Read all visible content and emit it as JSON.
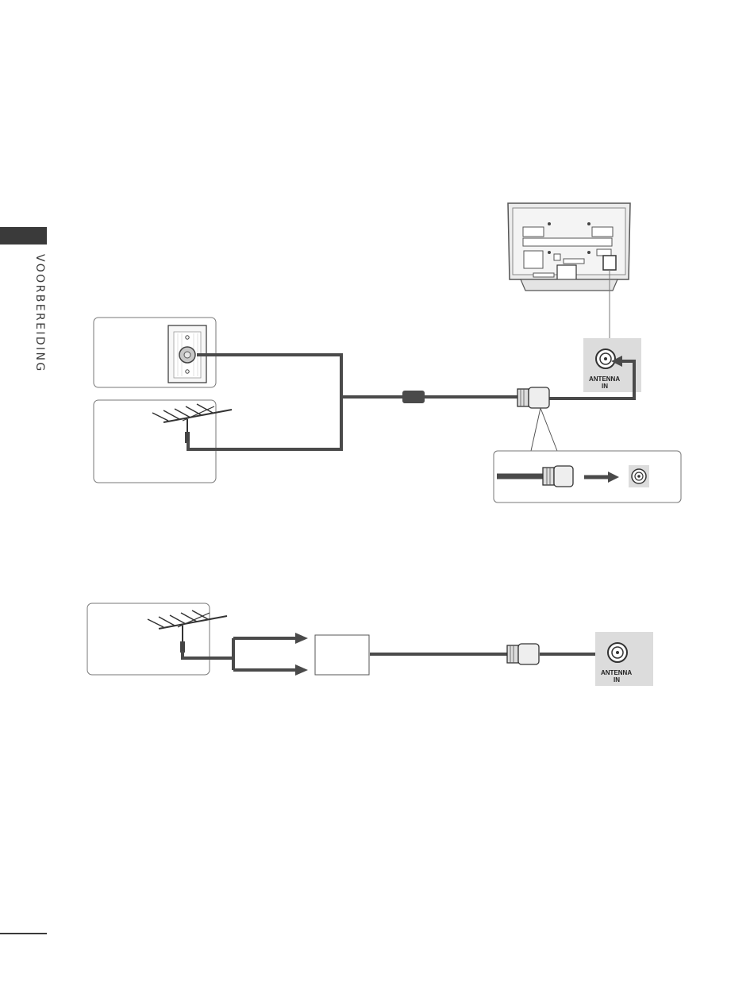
{
  "sidebar": {
    "section_label": "VOORBEREIDING"
  },
  "diagram1": {
    "port_label_line1": "ANTENNA",
    "port_label_line2": "IN"
  },
  "diagram2": {
    "port_label_line1": "ANTENNA",
    "port_label_line2": "IN"
  },
  "colors": {
    "cable": "#4a4a4a",
    "panel_fill": "#dcdcdc",
    "frame_stroke": "#555555"
  }
}
